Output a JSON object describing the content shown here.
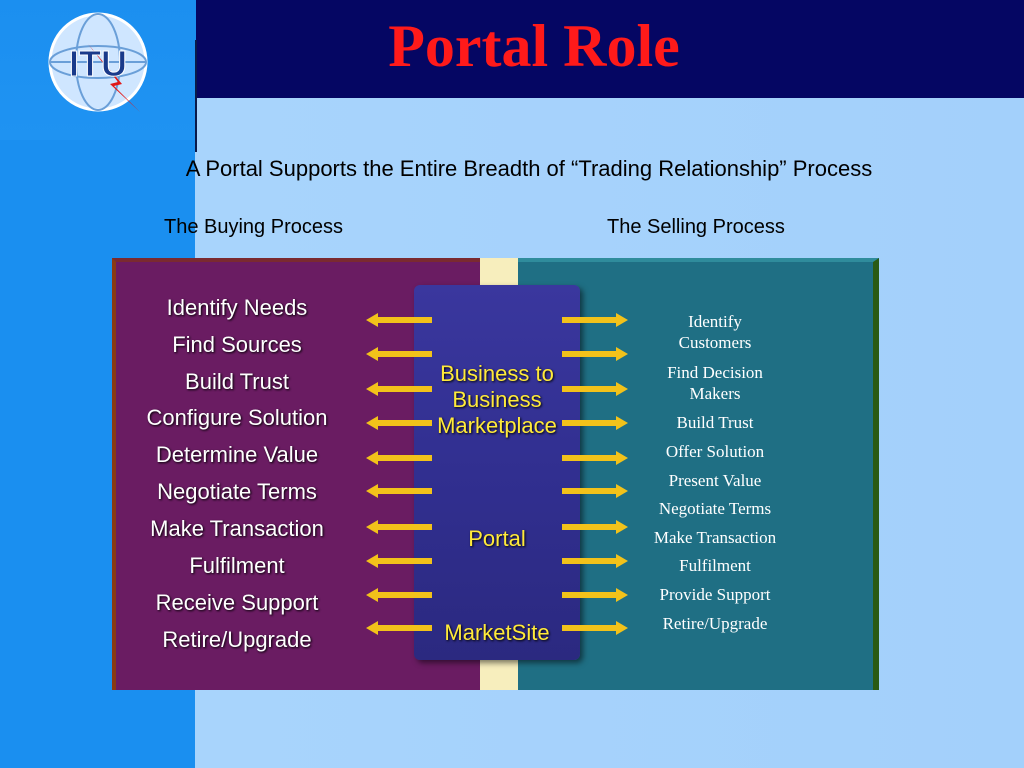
{
  "header": {
    "logo_text": "ITU",
    "title": "Portal Role",
    "subtitle": "A Portal Supports the Entire Breadth of “Trading Relationship” Process"
  },
  "processes": {
    "buying_label": "The Buying Process",
    "selling_label": "The Selling Process"
  },
  "buying_steps": [
    "Identify Needs",
    "Find Sources",
    "Build Trust",
    "Configure Solution",
    "Determine Value",
    "Negotiate Terms",
    "Make Transaction",
    "Fulfilment",
    "Receive Support",
    "Retire/Upgrade"
  ],
  "center": {
    "label_1": "Business to Business Marketplace",
    "label_2": "Portal",
    "label_3": "MarketSite"
  },
  "selling_steps": [
    "Identify Customers",
    "Find Decision Makers",
    "Build Trust",
    "Offer Solution",
    "Present Value",
    "Negotiate Terms",
    "Make Transaction",
    "Fulfilment",
    "Provide Support",
    "Retire/Upgrade"
  ],
  "colors": {
    "title": "#ff1a1a",
    "header_band": "#050663",
    "left_panel": "#6a1c62",
    "right_panel": "#1f6f84",
    "center_box": "#312f90",
    "center_text": "#ffea3a",
    "arrow": "#f2c21a"
  },
  "icons": {
    "logo": "itu-globe-logo",
    "arrow_left": "arrow-left-icon",
    "arrow_right": "arrow-right-icon"
  }
}
